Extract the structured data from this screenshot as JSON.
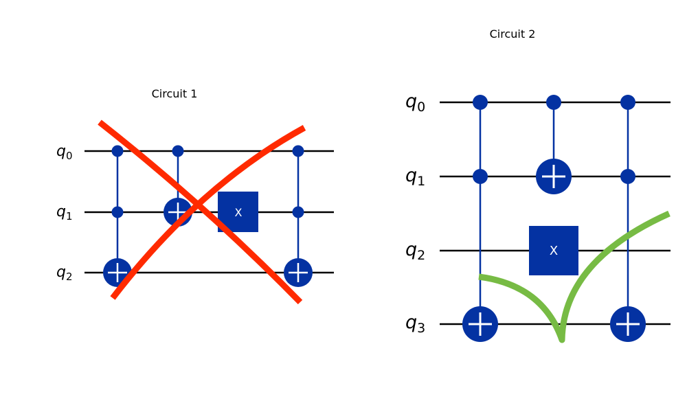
{
  "circuit1": {
    "title": "Circuit 1",
    "qubits": [
      {
        "name": "q",
        "index": "0"
      },
      {
        "name": "q",
        "index": "1"
      },
      {
        "name": "q",
        "index": "2"
      }
    ],
    "gates": [
      "CCX(q0,q1 → q2)",
      "CX(q0 → q1)",
      "X(q1)",
      "CCX(q0,q1 → q2)"
    ],
    "x_gate_label": "X",
    "mark": "cross"
  },
  "circuit2": {
    "title": "Circuit 2",
    "qubits": [
      {
        "name": "q",
        "index": "0"
      },
      {
        "name": "q",
        "index": "1"
      },
      {
        "name": "q",
        "index": "2"
      },
      {
        "name": "q",
        "index": "3"
      }
    ],
    "gates": [
      "CCX(q0,q1 → q3)",
      "CX(q0 → q1)",
      "X(q2)",
      "CCX(q0,q1 → q3)"
    ],
    "x_gate_label": "X",
    "mark": "check"
  },
  "colors": {
    "gate": "#0432a2",
    "wire": "#000000",
    "cross": "#ff2a00",
    "check": "#77bb44"
  }
}
